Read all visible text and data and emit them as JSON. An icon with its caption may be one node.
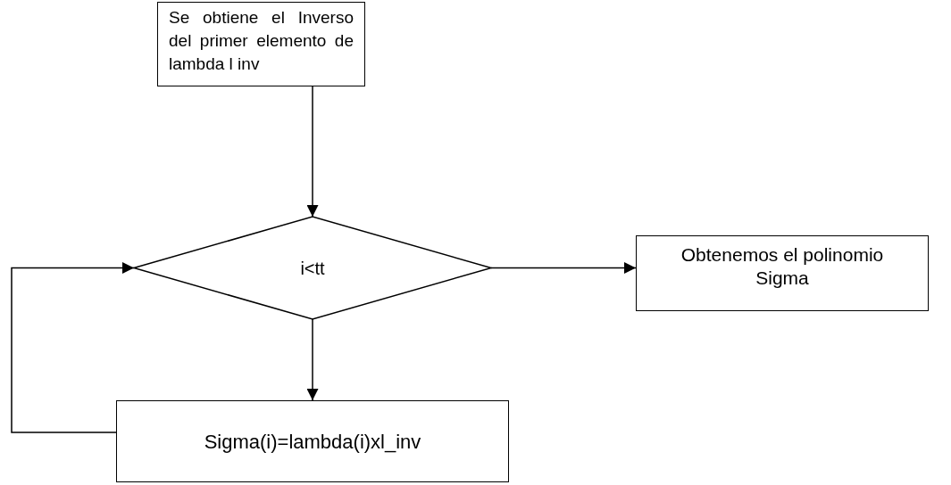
{
  "diagram": {
    "nodes": [
      {
        "text": [
          "Se obtiene el Inverso del primer elemento de lambda l inv"
        ]
      },
      {
        "text": [
          "i<tt"
        ]
      },
      {
        "text": [
          "Obtenemos el polinomio Sigma"
        ]
      },
      {
        "text": [
          "Sigma(i)=lambda(i)xl_inv"
        ]
      }
    ],
    "edges": [
      {
        "from": 0,
        "to": 1,
        "arrow": "to"
      },
      {
        "from": 1,
        "to": 2,
        "arrow": "to"
      },
      {
        "from": 1,
        "to": 3,
        "arrow": "to"
      },
      {
        "from": 3,
        "to": 1,
        "arrow": "to"
      }
    ]
  }
}
